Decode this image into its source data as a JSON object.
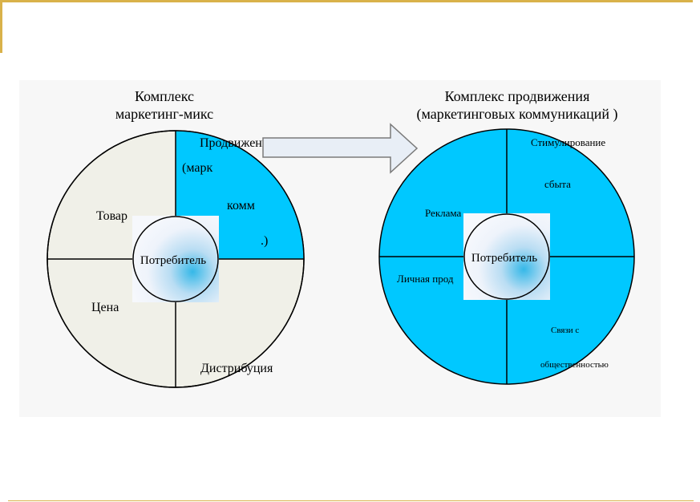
{
  "left_diagram": {
    "title_line1": "Комплекс",
    "title_line2": "маркетинг-микс",
    "segments": {
      "product": "Товар",
      "price": "Цена",
      "distribution": "Дистрибуция",
      "promotion": "Продвижение",
      "promotion_sub1": "(марк",
      "promotion_sub2": "комм",
      "promotion_sub3": ".)"
    },
    "center": "Потребитель",
    "colors": {
      "base": "#f0f0e8",
      "highlight": "#00c8ff"
    }
  },
  "right_diagram": {
    "title_line1": "Комплекс продвижения",
    "title_line2": "(маркетинговых коммуникаций )",
    "segments": {
      "sales_promo_1": "Стимулирование",
      "sales_promo_2": "сбыта",
      "advertising": "Реклама",
      "personal_selling": "Личная прод",
      "pr_1": "Связи с",
      "pr_2": "общественностью"
    },
    "center": "Потребитель",
    "colors": {
      "fill": "#00c8ff"
    }
  },
  "arrow": {
    "color": "#e8eef6"
  }
}
